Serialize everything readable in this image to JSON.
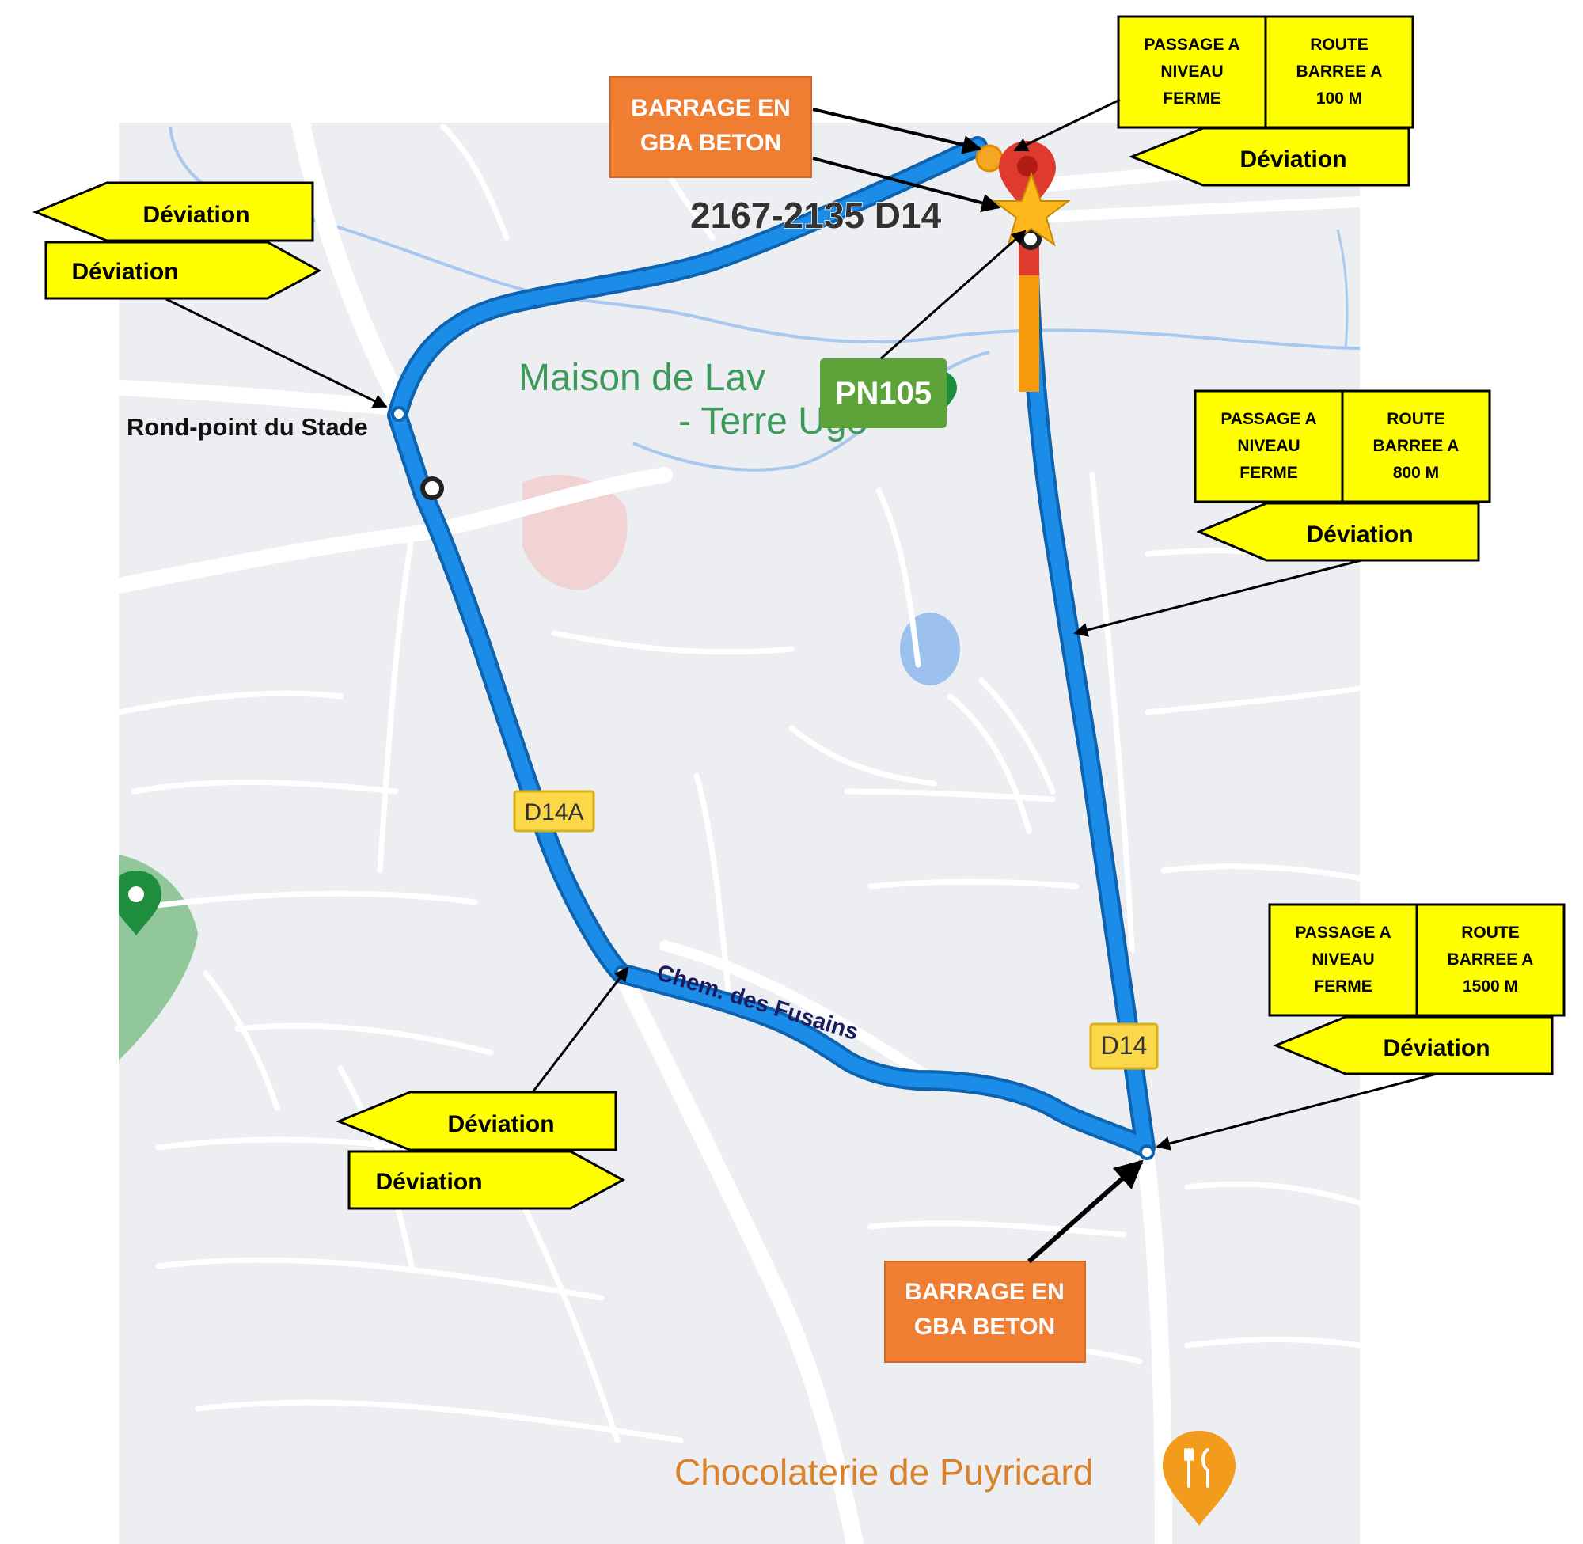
{
  "map": {
    "place_labels": {
      "maison_line1": "Maison de Lav",
      "maison_line2": "- Terre Ugo",
      "chocolaterie": "Chocolaterie de Puyricard",
      "address": "2167-2135 D14"
    },
    "street_labels": {
      "rond_point": "Rond-point du Stade",
      "chemin": "Chem. des Fusains"
    },
    "road_shields": {
      "d14a": "D14A",
      "d14": "D14"
    },
    "pn_badge": "PN105",
    "colors": {
      "route": "#1b8de8",
      "route_casing": "#0d63b0",
      "closed_segment": "#e03a2f",
      "caution_segment": "#f59a0c",
      "sign_yellow": "#ffff00",
      "barrier_orange": "#ef7d32",
      "pn_green": "#5ea33a",
      "water": "#9dc1ee",
      "park": "#7cbd86",
      "poi_green": "#1e8e3e",
      "poi_orange": "#f29b1c"
    },
    "icons": [
      "destination-pin-icon",
      "star-icon",
      "restaurant-pin-icon",
      "park-pin-icon",
      "waypoint-icon"
    ]
  },
  "signs": {
    "deviation": "Déviation",
    "barrage_line1": "BARRAGE EN",
    "barrage_line2": "GBA BETON",
    "passage_line1": "PASSAGE A",
    "passage_line2": "NIVEAU",
    "passage_line3": "FERME",
    "route_line1": "ROUTE",
    "route_line2": "BARREE A",
    "dist_top": "100 M",
    "dist_mid": "800 M",
    "dist_bot": "1500 M"
  }
}
